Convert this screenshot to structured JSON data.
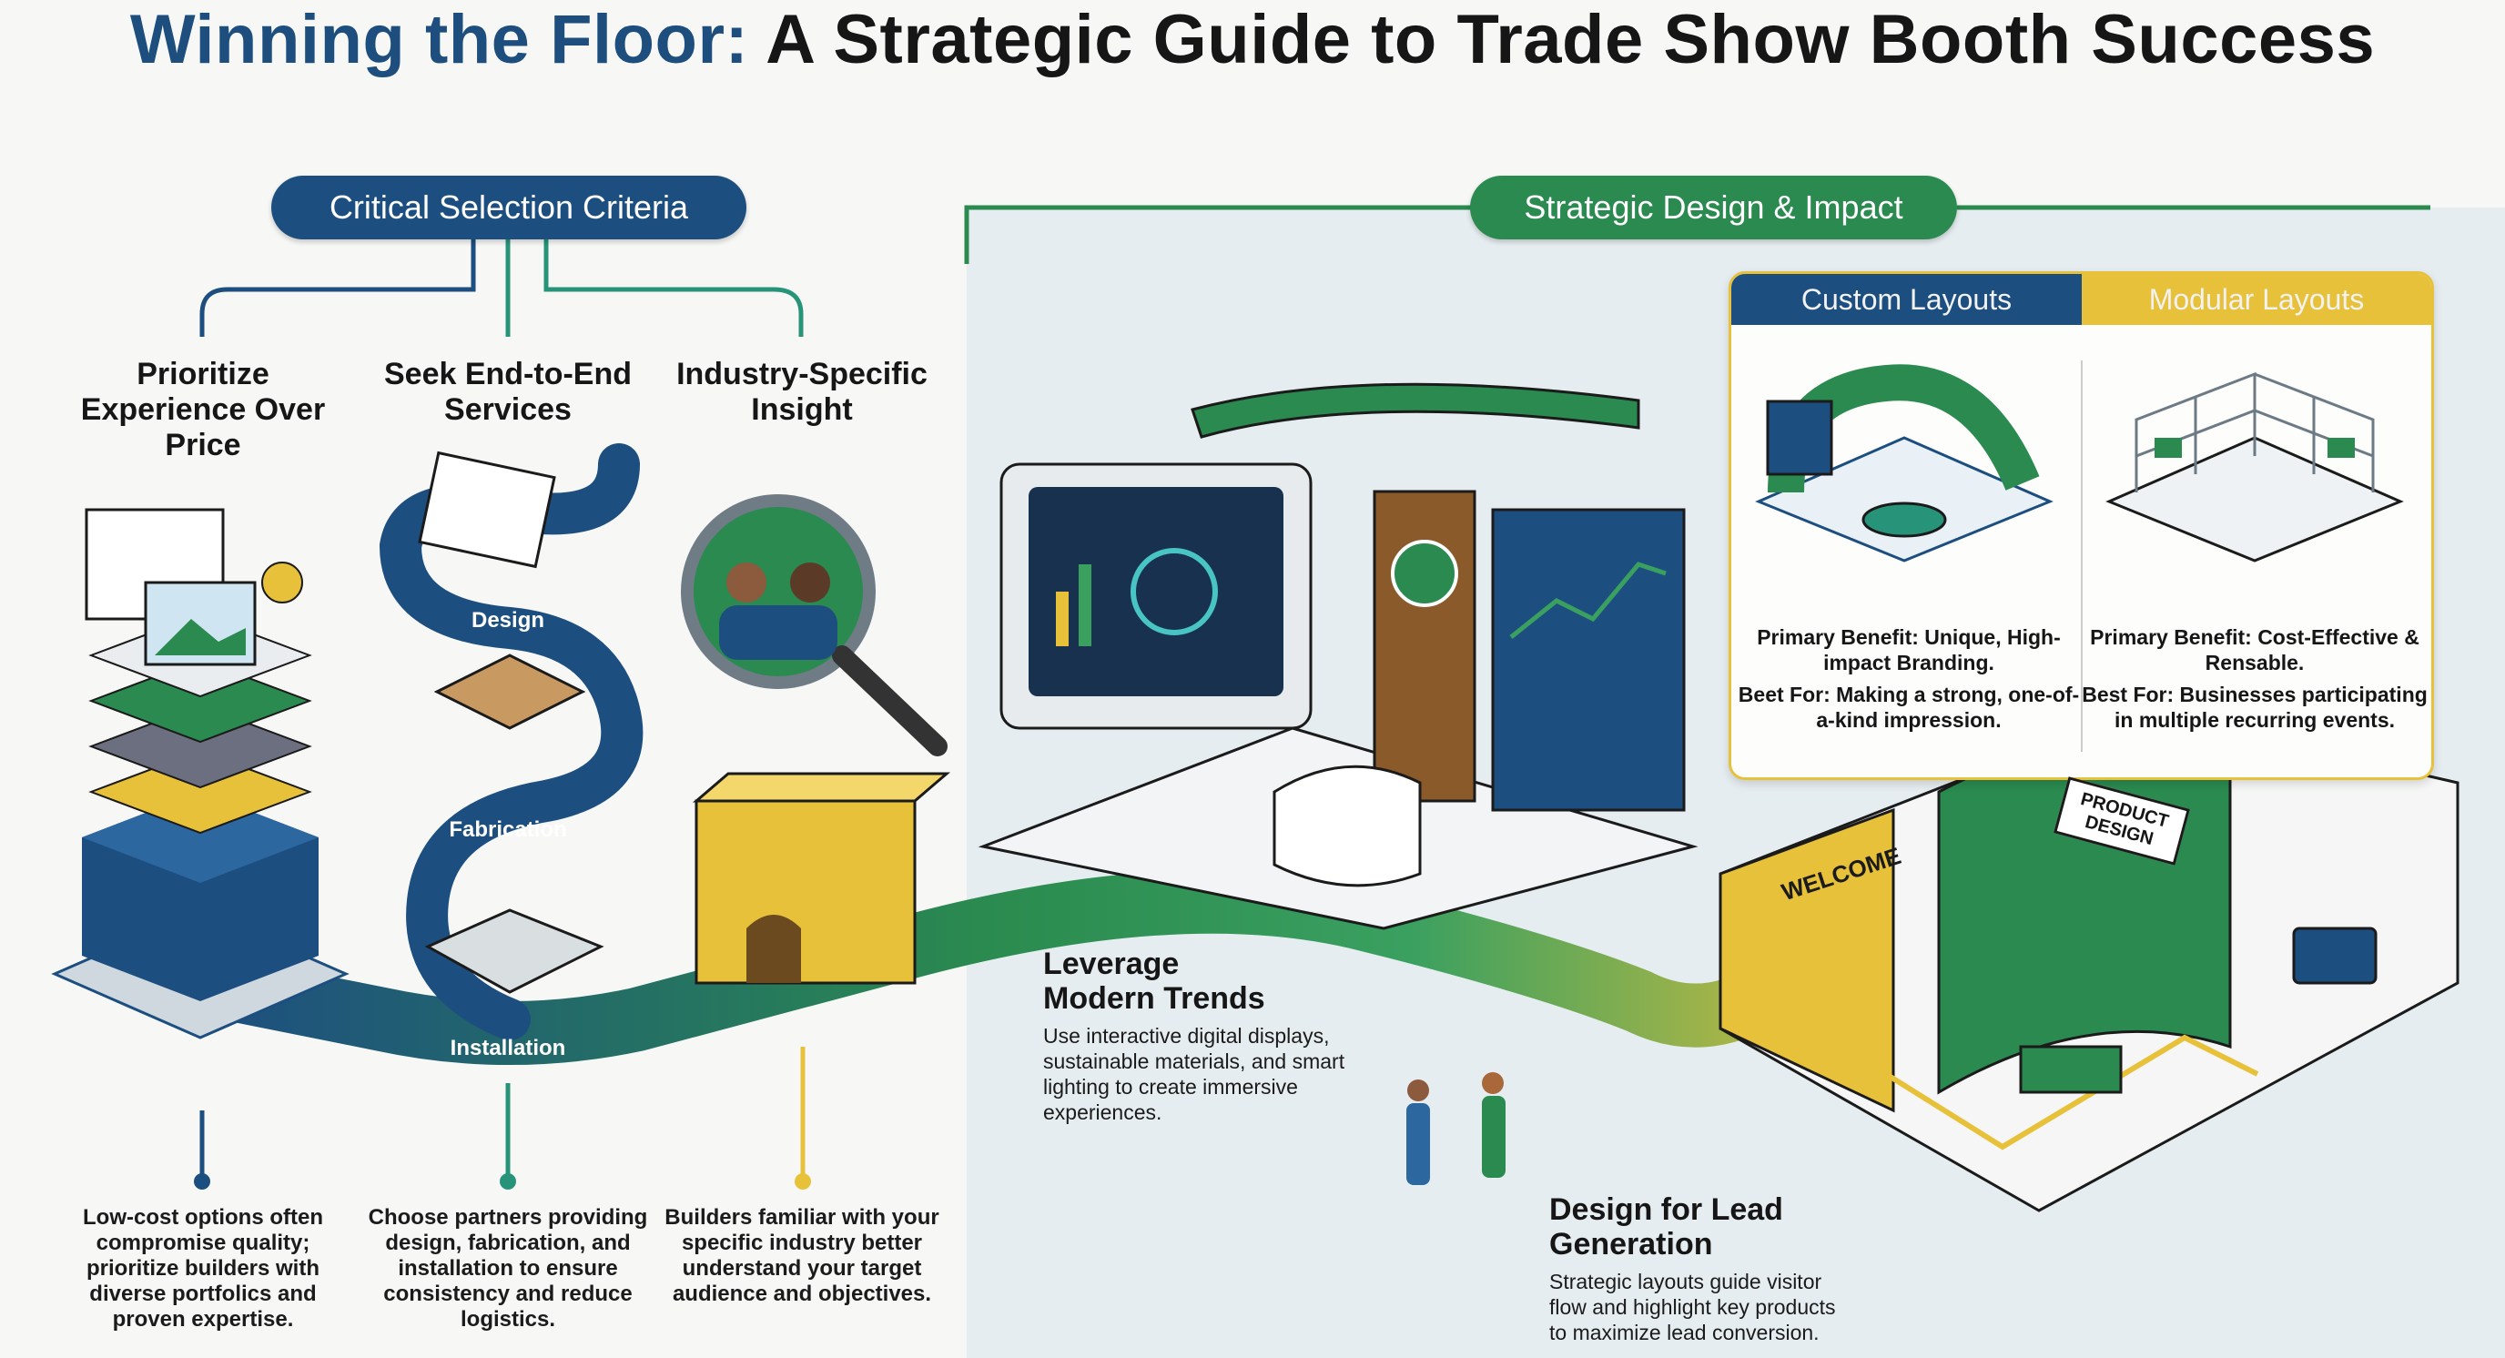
{
  "title": {
    "accent": "Winning the Floor:",
    "rest": " A Strategic Guide to Trade Show Booth Success"
  },
  "left_section": {
    "label": "Critical Selection Criteria",
    "columns": [
      {
        "heading": "Prioritize Experience Over Price",
        "text": "Low-cost options often compromise quality; prioritize builders with diverse portfolics and proven expertise."
      },
      {
        "heading": "Seek End-to-End Services",
        "text": "Choose partners providing design, fabrication, and installation to ensure consistency and reduce logistics."
      },
      {
        "heading": "Industry-Specific Insight",
        "text": "Builders familiar with your specific industry better understand your target audience and objectives."
      }
    ],
    "steps": [
      "Design",
      "Fabrication",
      "Installation"
    ]
  },
  "right_section": {
    "label": "Strategic Design & Impact",
    "comparison": {
      "custom": {
        "title": "Custom Layouts",
        "benefit": "Primary Benefit: Unique, High-impact Branding.",
        "best_for": "Beet For: Making a strong, one-of-a-kind impression."
      },
      "modular": {
        "title": "Modular Layouts",
        "benefit": "Primary Benefit: Cost-Effective & Rensable.",
        "best_for": "Best For: Businesses participating in multiple recurring events."
      }
    },
    "trends": {
      "heading": "Leverage Modern Trends",
      "text": "Use interactive digital displays, sustainable materials, and smart lighting to create immersive experiences."
    },
    "lead": {
      "heading": "Design for Lead Generation",
      "text": "Strategic layouts guide visitor flow and highlight key products to maximize lead conversion."
    },
    "signs": {
      "welcome": "WELCOME",
      "product": "PRODUCT DESIGN"
    }
  },
  "colors": {
    "navy": "#1d4e80",
    "green": "#2a8a4f",
    "teal": "#27947a",
    "yellow": "#e8c13a"
  }
}
